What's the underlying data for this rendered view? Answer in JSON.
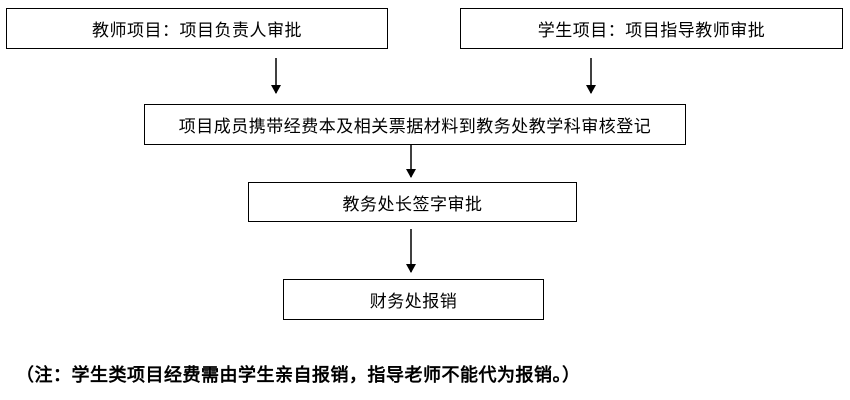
{
  "flowchart": {
    "teacher_step": "教师项目：项目负责人审批",
    "student_step": "学生项目：项目指导教师审批",
    "members_step": "项目成员携带经费本及相关票据材料到教务处教学科审核登记",
    "director_step": "教务处长签字审批",
    "finance_step": "财务处报销"
  },
  "note": "（注：学生类项目经费需由学生亲自报销，指导老师不能代为报销。）"
}
